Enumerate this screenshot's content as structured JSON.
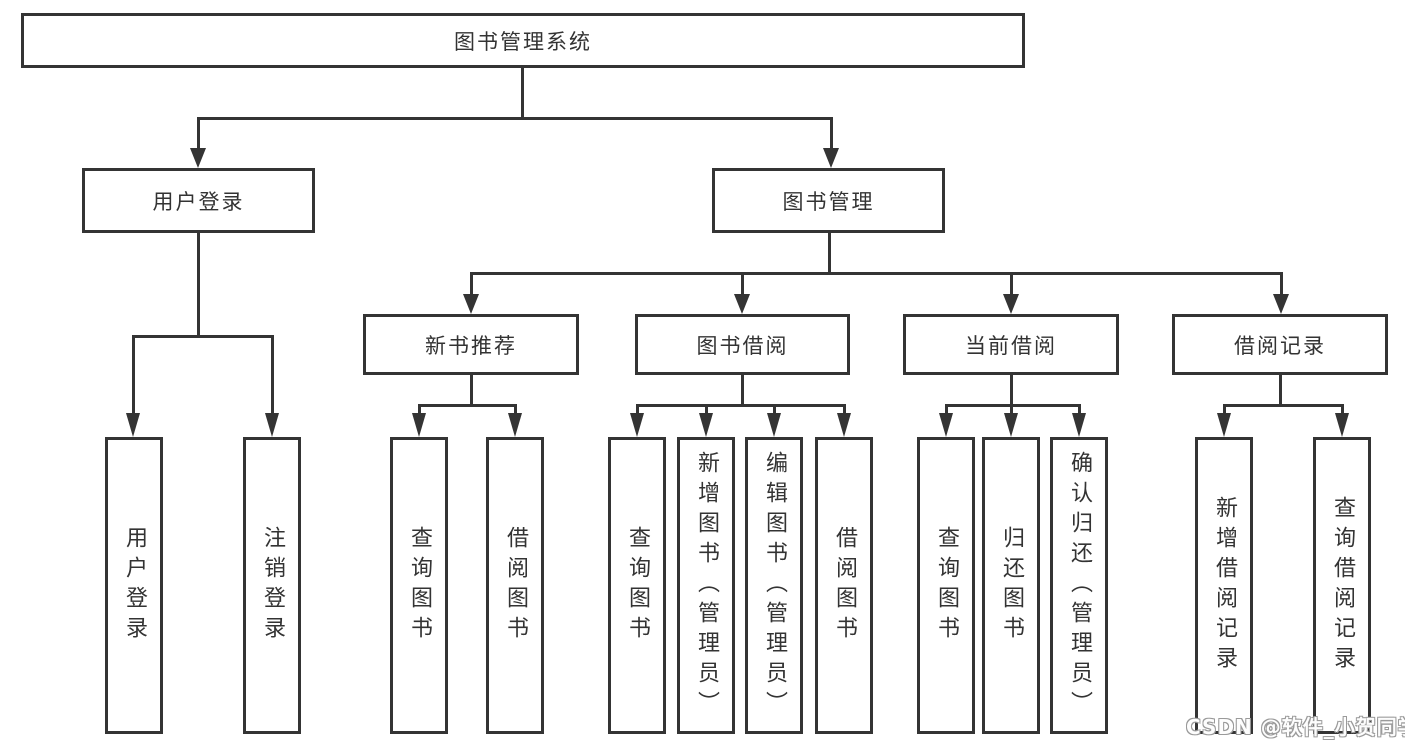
{
  "diagram": {
    "root": "图书管理系统",
    "level2": {
      "user_login": "用户登录",
      "book_mgmt": "图书管理"
    },
    "level3": [
      "新书推荐",
      "图书借阅",
      "当前借阅",
      "借阅记录"
    ],
    "leaves": {
      "user_login": [
        "用户登录",
        "注销登录"
      ],
      "new_books": [
        "查询图书",
        "借阅图书"
      ],
      "book_borrow": [
        "查询图书",
        "新增图书（管理员）",
        "编辑图书（管理员）",
        "借阅图书"
      ],
      "current_borrow": [
        "查询图书",
        "归还图书",
        "确认归还（管理员）"
      ],
      "borrow_records": [
        "新增借阅记录",
        "查询借阅记录"
      ]
    }
  },
  "watermark": "CSDN @软件_小贺同学",
  "colors": {
    "line": "#343434",
    "text": "#333333",
    "background": "#ffffff"
  }
}
